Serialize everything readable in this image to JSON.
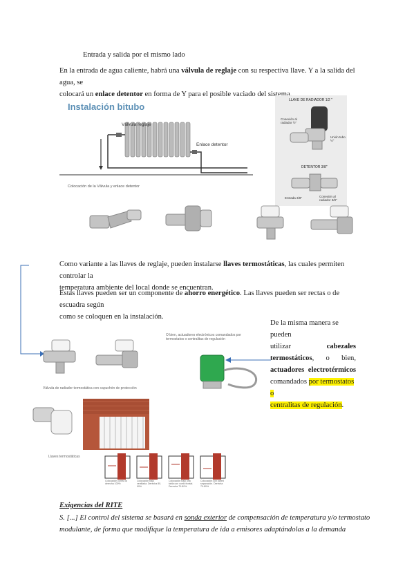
{
  "heading_subtitle": "Entrada y salida por el mismo lado",
  "para1": {
    "t1": "En la entrada de agua caliente, habrá una ",
    "b1": "válvula de reglaje",
    "t2": " con su respectiva llave. Y a la salida del agua, se",
    "t3": "colocará un ",
    "b2": "enlace detentor",
    "t4": " en forma de Y para el posible vaciado del sistema."
  },
  "fig1": {
    "title": "Instalación bitubo",
    "label_valve": "Válvula reglaje",
    "label_detent": "Enlace detentor",
    "caption": "Colocación de la Válvula y enlace detentor"
  },
  "fig2": {
    "title": "LLAVE DE RADIADOR 1/2 \"",
    "l1": "Conexión al radiador ½\"",
    "l2": "Unión tubo ½\"",
    "detentor": "DETENTOR 3/8\"",
    "l3": "Entrada 3/8\"",
    "l4": "Conexión al radiador 3/8\""
  },
  "para2": {
    "t1": "Como variante a las llaves de reglaje, pueden instalarse ",
    "b1": "llaves termostáticas",
    "t2": ", las cuales permiten controlar la",
    "t3": "temperatura ambiente del local donde se encuentran."
  },
  "para3": {
    "t1": "Estas llaves pueden ser un componente de ",
    "b1": "ahorro energético",
    "t2": ". Las llaves pueden ser rectas o de escuadra según",
    "t3": "como se coloquen en la instalación."
  },
  "para4": {
    "l1": "De la misma manera se pueden",
    "l2a": "utilizar",
    "l2b": "cabezales",
    "l3a": "termostáticos",
    "l3b": ",",
    "l3c": "o",
    "l3d": "bien,",
    "l4a": "actuadores",
    "l4b": "electrotérmicos",
    "l5a": "comandados ",
    "l5b": "por termostatos o",
    "l6": "centralitas de regulación",
    "l6b": "."
  },
  "fig3": {
    "caption_valves": "Válvula de radiador termostática con capuchón de protección",
    "caption_actuator": "O bien, actuadores electrónicos comandados por termostatos o centralitas de regulación",
    "caption_heads": "Llaves termostáticas",
    "bar_captions": [
      "Colocación contra la derecha 100%",
      "Colocación bajo ventilada. Derecha 80-90%",
      "Colocación bajo una tabla con vuelo frontal. Derecha 70-80%",
      "Colocación con pared separación. Derecha 70-80%"
    ]
  },
  "section": {
    "title": "Exigencias del RITE",
    "s1": "S. [...] El control del sistema se basará en ",
    "s1u": "sonda exterior",
    "s1b": " de compensación de temperatura y/o termostato",
    "s2": "modulante, de forma que modifique la temperatura de ida a emisores adaptándolas a la demanda"
  }
}
